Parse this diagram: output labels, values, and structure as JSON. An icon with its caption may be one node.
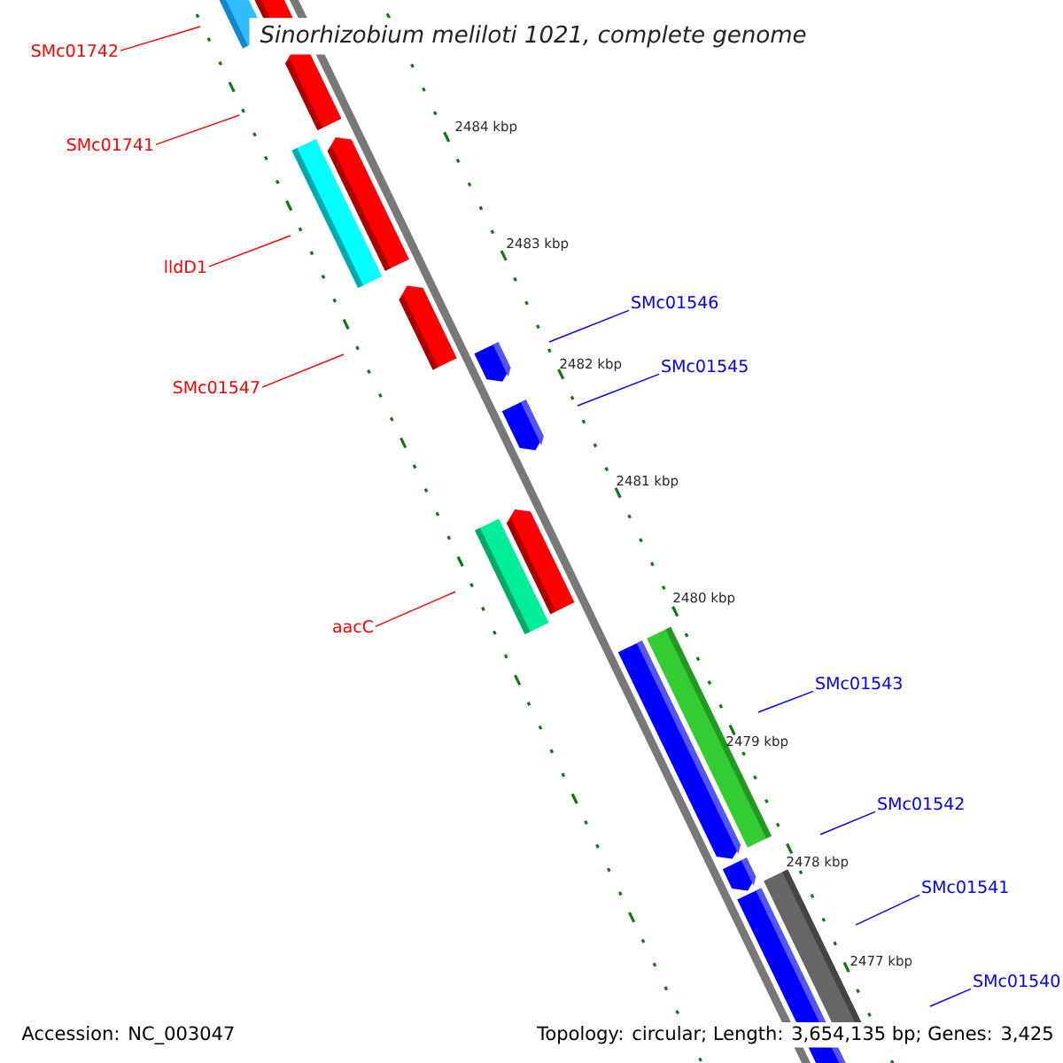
{
  "diagram": {
    "title": "Sinorhizobium meliloti 1021, complete genome",
    "nodes": [
      {
        "text": [
          "SMc01742"
        ]
      },
      {
        "text": [
          "SMc01741"
        ]
      },
      {
        "text": [
          "lldD1"
        ]
      },
      {
        "text": [
          "SMc01546"
        ]
      },
      {
        "text": [
          "SMc01545"
        ]
      },
      {
        "text": [
          "SMc01547"
        ]
      },
      {
        "text": [
          "aacC"
        ]
      },
      {
        "text": [
          "SMc01543"
        ]
      },
      {
        "text": [
          "SMc01542"
        ]
      },
      {
        "text": [
          "SMc01541"
        ]
      },
      {
        "text": [
          "SMc01540"
        ]
      }
    ],
    "edges": [
      {
        "from": 0,
        "to": null,
        "arrow": "none",
        "color": "#ff0000"
      },
      {
        "from": 1,
        "to": null,
        "arrow": "none",
        "color": "#ff0000"
      },
      {
        "from": 2,
        "to": null,
        "arrow": "none",
        "color": "#ff0000"
      },
      {
        "from": 3,
        "to": null,
        "arrow": "none"
      },
      {
        "from": 4,
        "to": null,
        "arrow": "none"
      },
      {
        "from": 5,
        "to": null,
        "arrow": "none",
        "color": "#ff0000"
      },
      {
        "from": 6,
        "to": null,
        "arrow": "none",
        "color": "#ff0000"
      },
      {
        "from": 7,
        "to": null,
        "arrow": "none"
      },
      {
        "from": 8,
        "to": null,
        "arrow": "none"
      },
      {
        "from": 9,
        "to": null,
        "arrow": "none"
      },
      {
        "from": 10,
        "to": null,
        "arrow": "none"
      }
    ],
    "labels": [
      "2484 kbp",
      "2483 kbp",
      "2482 kbp",
      "2481 kbp",
      "2480 kbp",
      "2479 kbp",
      "2478 kbp",
      "2477 kbp",
      "Accession: NC_003047",
      "Topology: circular; Length: 3,654,135 bp; Genes: 3,425"
    ]
  }
}
